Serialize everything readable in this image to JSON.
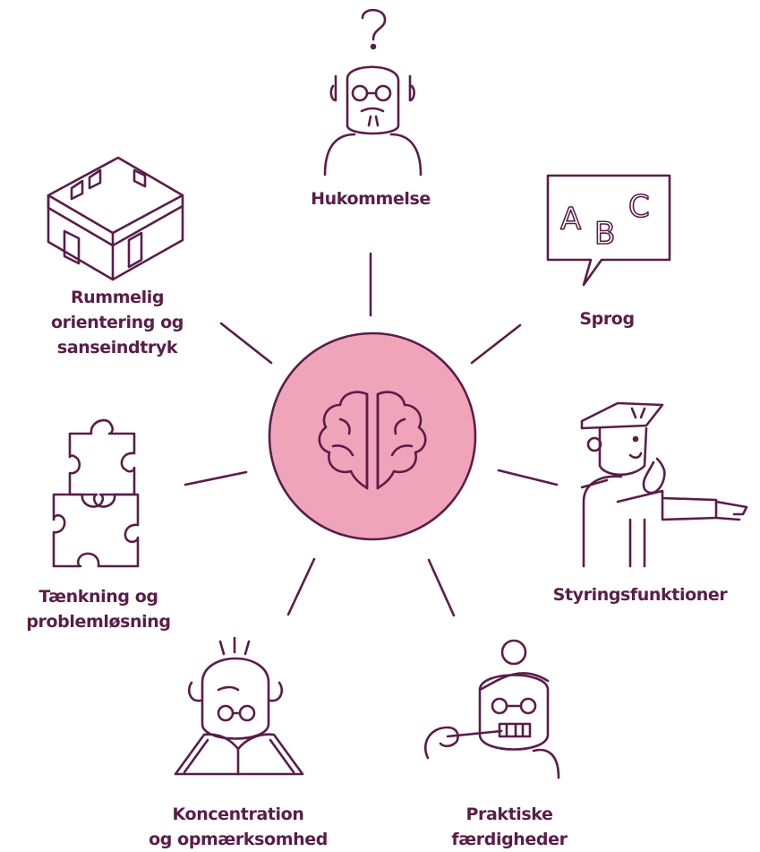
{
  "center": {
    "fill": "#f0a4b9",
    "stroke": "#5a1d4a",
    "icon": "brain-icon"
  },
  "colors": {
    "ink": "#5a1d4a",
    "accent": "#f0a4b9",
    "background": "#ffffff"
  },
  "categories": [
    {
      "id": "hukommelse",
      "icon": "confused-elderly-man-icon",
      "lines": [
        "Hukommelse"
      ]
    },
    {
      "id": "sprog",
      "icon": "abc-speech-bubble-icon",
      "lines": [
        "Sprog"
      ]
    },
    {
      "id": "styringsfunktioner",
      "icon": "police-officer-icon",
      "lines": [
        "Styringsfunktioner"
      ]
    },
    {
      "id": "praktiske",
      "icon": "elderly-woman-brushing-teeth-icon",
      "lines": [
        "Praktiske",
        "færdigheder"
      ]
    },
    {
      "id": "koncentration",
      "icon": "elderly-man-reading-icon",
      "lines": [
        "Koncentration",
        "og opmærksomhed"
      ]
    },
    {
      "id": "taenkning",
      "icon": "puzzle-pieces-icon",
      "lines": [
        "Tænkning og",
        "problemløsning"
      ]
    },
    {
      "id": "rummelig",
      "icon": "room-box-icon",
      "lines": [
        "Rummelig",
        "orientering og",
        "sanseindtryk"
      ]
    }
  ]
}
